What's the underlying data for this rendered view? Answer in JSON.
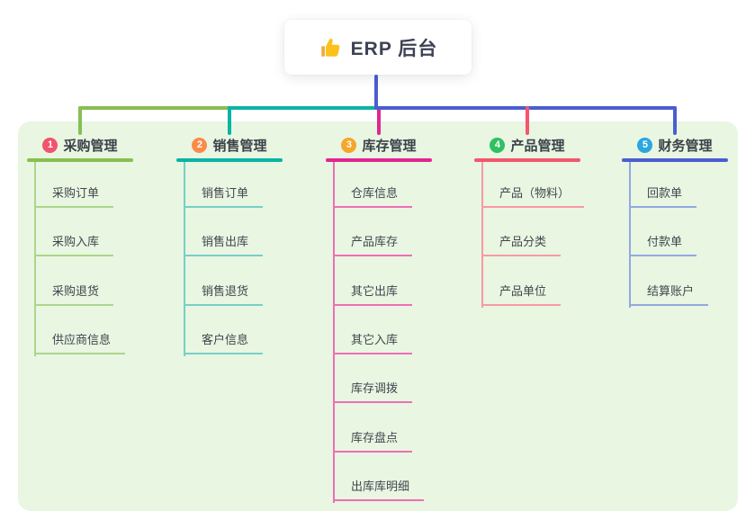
{
  "root": {
    "title": "ERP 后台",
    "icon": "thumbs-up-icon",
    "line_color": "#4a5ed0"
  },
  "panel": {
    "background": "#e8f6e2"
  },
  "branches": [
    {
      "badge": "1",
      "label": "采购管理",
      "badge_color": "#f2536d",
      "line_color": "#88bf51",
      "child_line_color": "#abd68b",
      "children": [
        "采购订单",
        "采购入库",
        "采购退货",
        "供应商信息"
      ]
    },
    {
      "badge": "2",
      "label": "销售管理",
      "badge_color": "#fa8b49",
      "line_color": "#0bb3a4",
      "child_line_color": "#78cfc8",
      "children": [
        "销售订单",
        "销售出库",
        "销售退货",
        "客户信息"
      ]
    },
    {
      "badge": "3",
      "label": "库存管理",
      "badge_color": "#f6a62a",
      "line_color": "#e02691",
      "child_line_color": "#ef6eb6",
      "children": [
        "仓库信息",
        "产品库存",
        "其它出库",
        "其它入库",
        "库存调拨",
        "库存盘点",
        "出库库明细"
      ]
    },
    {
      "badge": "4",
      "label": "产品管理",
      "badge_color": "#2fc062",
      "line_color": "#f4566d",
      "child_line_color": "#f89aa4",
      "children": [
        "产品（物料）",
        "产品分类",
        "产品单位"
      ]
    },
    {
      "badge": "5",
      "label": "财务管理",
      "badge_color": "#2aa7de",
      "line_color": "#4a5ed0",
      "child_line_color": "#93a8e0",
      "children": [
        "回款单",
        "付款单",
        "结算账户"
      ]
    }
  ]
}
